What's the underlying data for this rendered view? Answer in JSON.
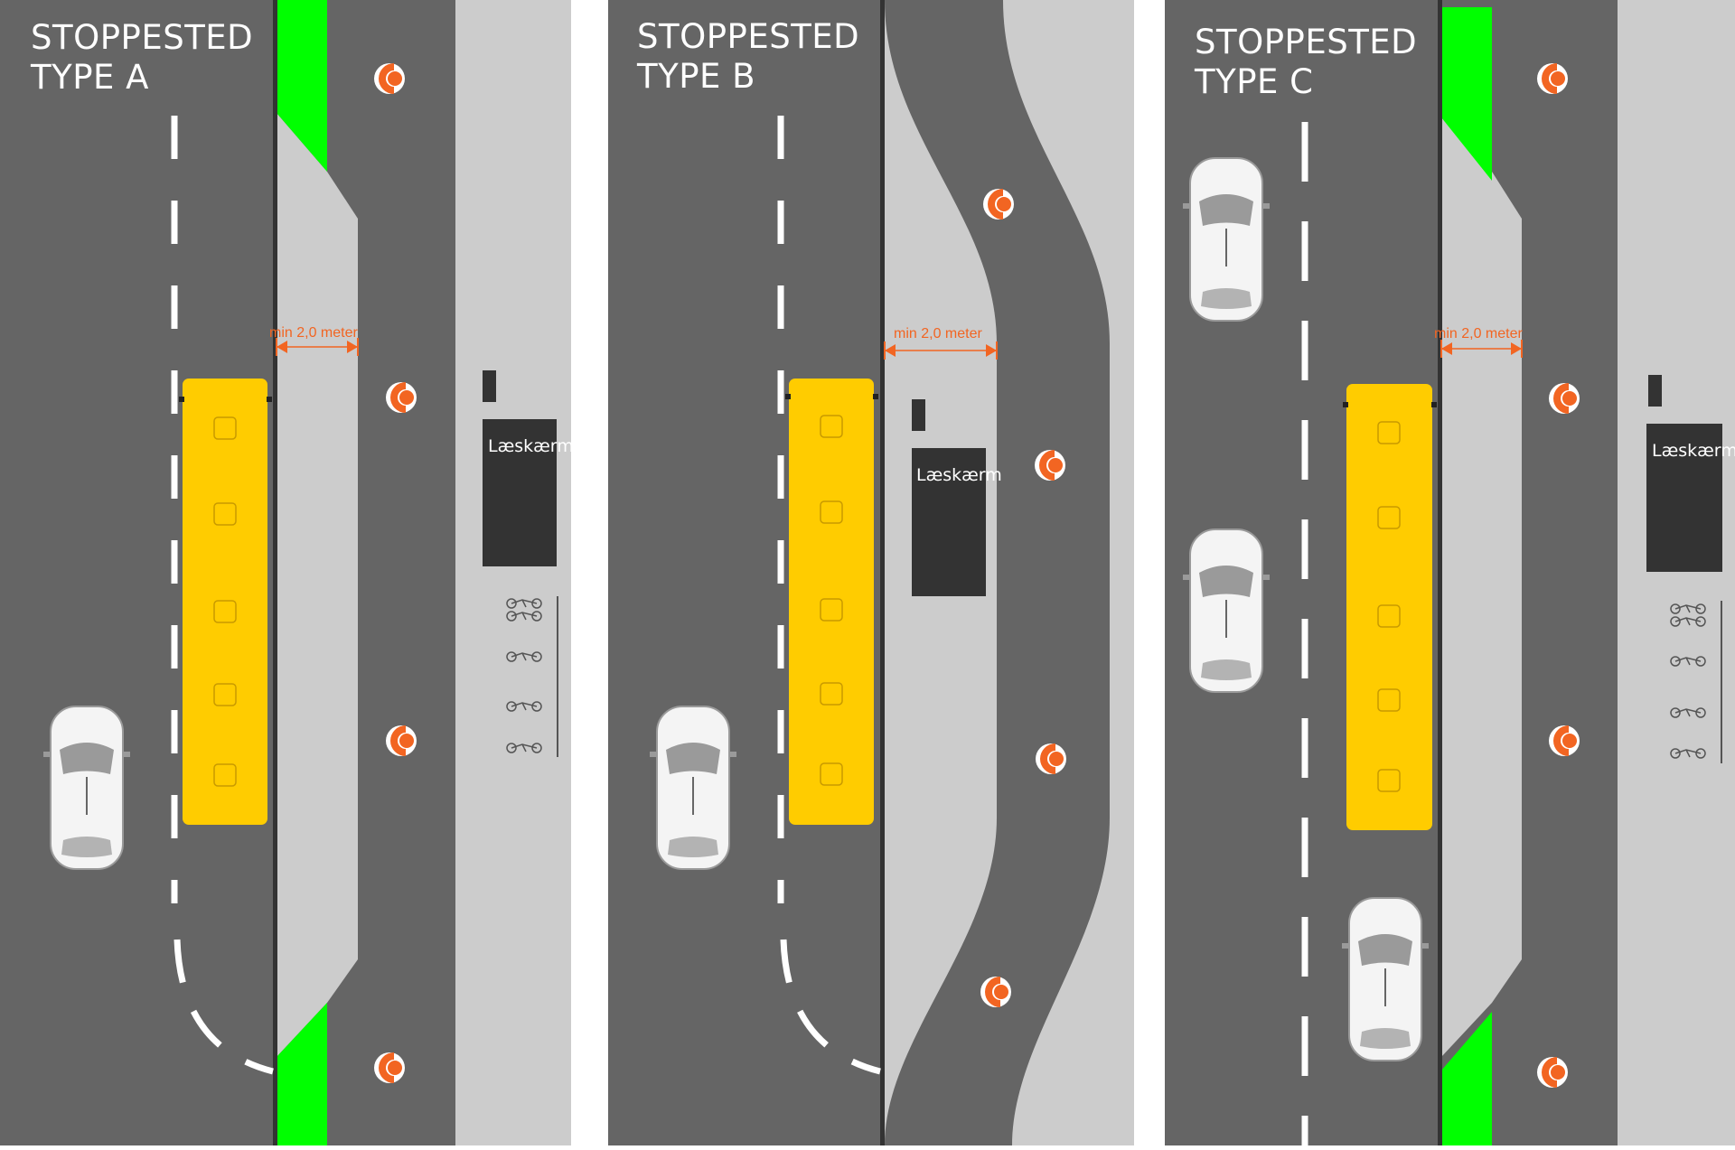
{
  "panels": [
    {
      "id": "A",
      "title_line1": "STOPPESTED",
      "title_line2": "TYPE A",
      "dimension_label": "min 2,0 meter",
      "shelter_label": "Læskærm"
    },
    {
      "id": "B",
      "title_line1": "STOPPESTED",
      "title_line2": "TYPE B",
      "dimension_label": "min 2,0 meter",
      "shelter_label": "Læskærm"
    },
    {
      "id": "C",
      "title_line1": "STOPPESTED",
      "title_line2": "TYPE C",
      "dimension_label": "min 2,0 meter",
      "shelter_label": "Læskærm"
    }
  ],
  "colors": {
    "road": "#656565",
    "sidewalk": "#cccccc",
    "green_marking": "#00ff00",
    "bus": "#ffcc00",
    "shelter": "#333333",
    "dimension": "#f26522",
    "lane_marking": "#ffffff"
  },
  "icons": [
    "bus-icon",
    "car-icon",
    "bicycle-icon",
    "cyclist-marker-icon",
    "shelter-icon",
    "bike-rack-icon"
  ]
}
